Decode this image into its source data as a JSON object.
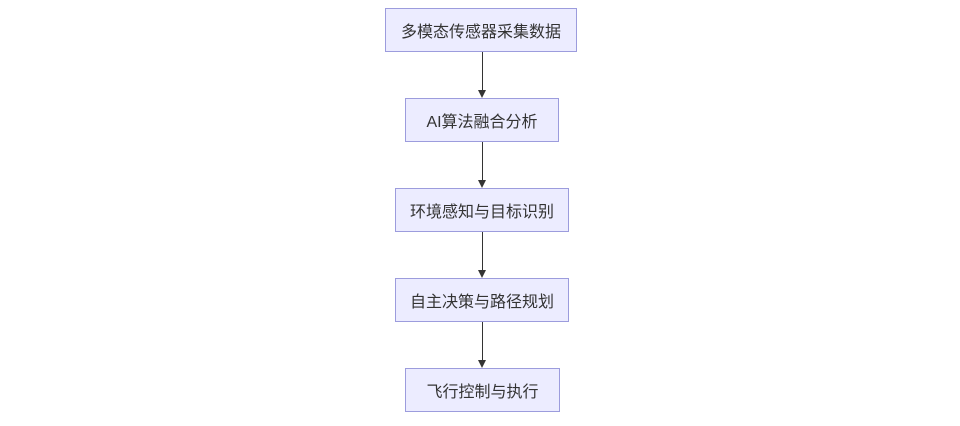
{
  "diagram": {
    "type": "flowchart",
    "direction": "top-down",
    "nodes": [
      {
        "id": "n1",
        "label": "多模态传感器采集数据"
      },
      {
        "id": "n2",
        "label": "AI算法融合分析"
      },
      {
        "id": "n3",
        "label": "环境感知与目标识别"
      },
      {
        "id": "n4",
        "label": "自主决策与路径规划"
      },
      {
        "id": "n5",
        "label": "飞行控制与执行"
      }
    ],
    "edges": [
      {
        "from": "n1",
        "to": "n2",
        "style": "arrow-down"
      },
      {
        "from": "n2",
        "to": "n3",
        "style": "arrow-down"
      },
      {
        "from": "n3",
        "to": "n4",
        "style": "arrow-down"
      },
      {
        "from": "n4",
        "to": "n5",
        "style": "arrow-down"
      }
    ],
    "colors": {
      "node_fill": "#ECECFF",
      "node_border": "#9c9cdd",
      "node_text": "#333333",
      "arrow": "#333333",
      "background": "#ffffff"
    }
  }
}
